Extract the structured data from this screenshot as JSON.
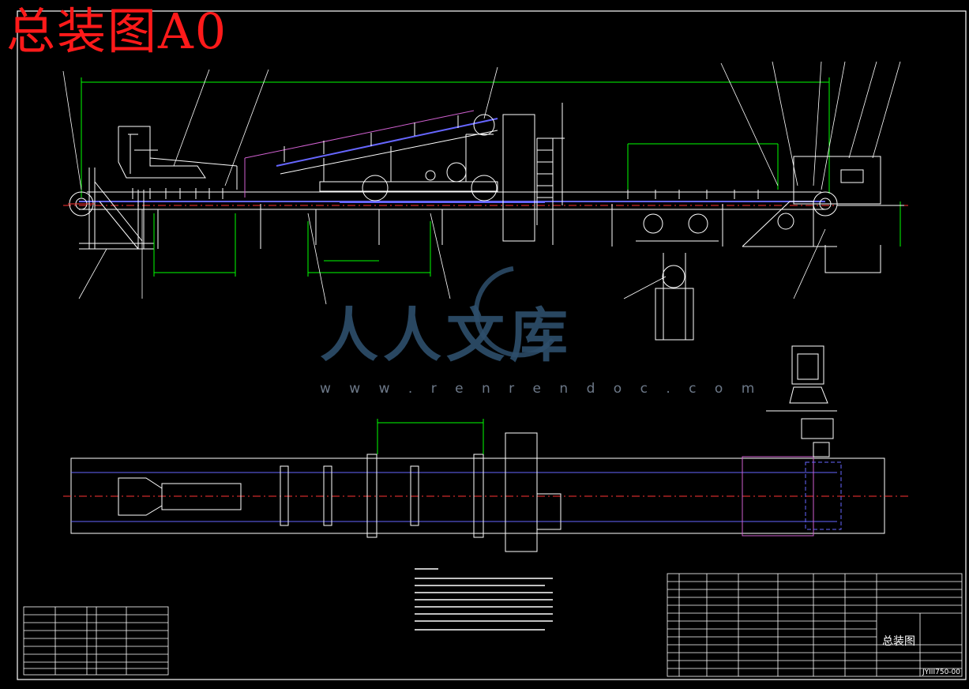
{
  "drawing": {
    "title_label": "总装图A0",
    "title_block_name": "总装图",
    "drawing_number": "JYIII750-00",
    "watermark_cn": "人人文库",
    "watermark_url": "w w w . r e n r e n d o c . c o m"
  },
  "colors": {
    "background": "#000000",
    "frame": "#ffffff",
    "title_red": "#ff1a1a",
    "structure": "#ffffff",
    "belt": "#6666ff",
    "dimension": "#00ff00",
    "centerline": "#ff3333",
    "magenta": "#d060d0",
    "cyan": "#00e5e5",
    "yellow": "#e5e500"
  }
}
